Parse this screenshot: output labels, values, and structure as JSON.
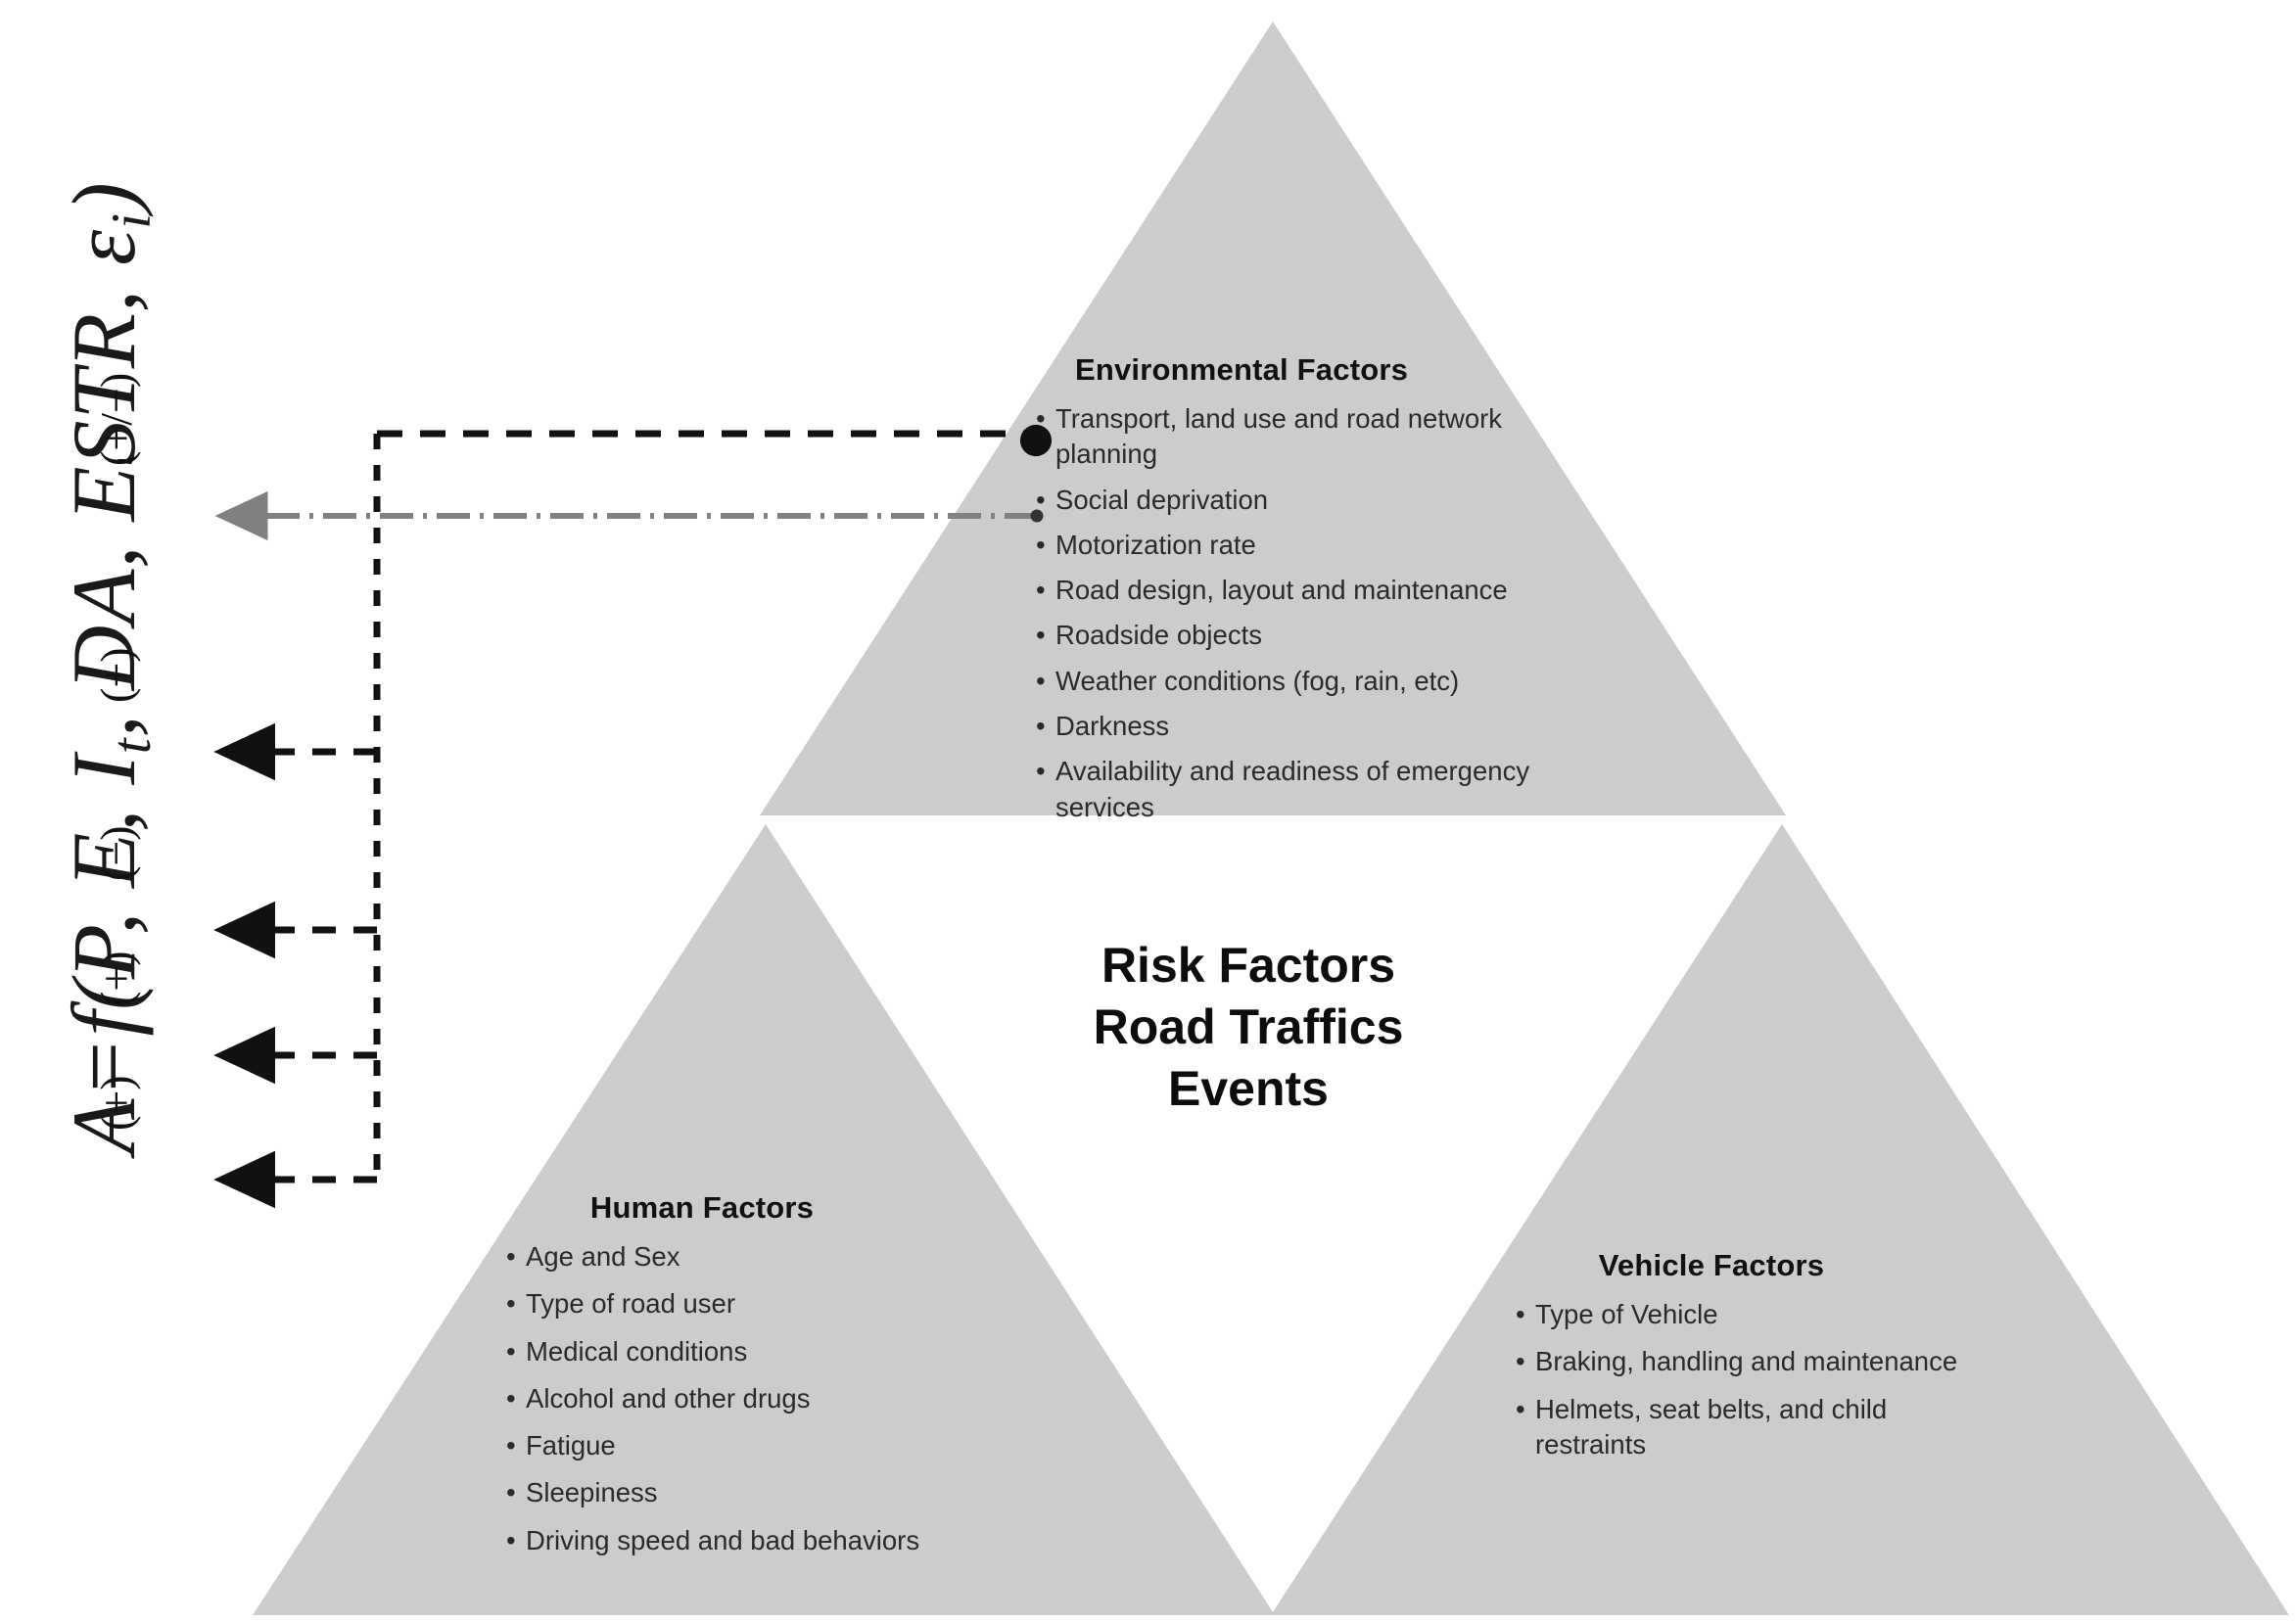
{
  "diagram": {
    "title": "Risk Factors for Road Traffic Events",
    "colors": {
      "triangle_fill": "#cccccc",
      "background": "#ffffff",
      "arrow_black": "#111111",
      "arrow_gray": "#808080",
      "text": "#222222"
    }
  },
  "formula": {
    "full": "A = f(P, E, I_t, DA, ESTR, ε_i)",
    "lhs": "A",
    "equals": "=",
    "fn": "f",
    "open_paren": "(",
    "close_paren": ")",
    "terms": [
      {
        "symbol": "P",
        "sub": ""
      },
      {
        "symbol": "E",
        "sub": ""
      },
      {
        "symbol": "I",
        "sub": "t"
      },
      {
        "symbol": "DA",
        "sub": ""
      },
      {
        "symbol": "ESTR",
        "sub": ""
      },
      {
        "symbol": "ε",
        "sub": "i"
      }
    ],
    "signs": [
      {
        "id": "sign-plus-minus",
        "label": "(+/−)",
        "arrow": "gray-dashdot"
      },
      {
        "id": "sign-plus-da",
        "label": "(+)",
        "arrow": "black-dashed-1"
      },
      {
        "id": "sign-minus-it",
        "label": "(−)",
        "arrow": "black-dashed-2"
      },
      {
        "id": "sign-plus-e",
        "label": "(+)",
        "arrow": "black-dashed-3"
      },
      {
        "id": "sign-plus-p",
        "label": "(+)",
        "arrow": "black-dashed-4"
      }
    ]
  },
  "center": {
    "lines": [
      "Risk Factors",
      "Road Traffics",
      "Events"
    ]
  },
  "panels": {
    "environmental": {
      "heading": "Environmental Factors",
      "items": [
        "Transport, land use and road network planning",
        "Social deprivation",
        "Motorization rate",
        "Road design, layout and maintenance",
        "Roadside objects",
        "Weather conditions (fog, rain, etc)",
        "Darkness",
        "Availability and readiness of emergency services"
      ]
    },
    "human": {
      "heading": "Human Factors",
      "items": [
        "Age and Sex",
        "Type of road user",
        "Medical conditions",
        "Alcohol and other drugs",
        "Fatigue",
        "Sleepiness",
        "Driving speed and bad behaviors"
      ]
    },
    "vehicle": {
      "heading": "Vehicle Factors",
      "items": [
        "Type of Vehicle",
        "Braking, handling and maintenance",
        "Helmets, seat belts, and child restraints"
      ]
    }
  },
  "bullet": "•"
}
